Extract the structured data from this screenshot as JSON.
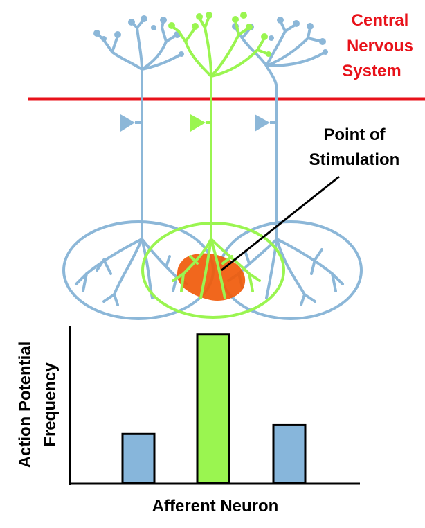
{
  "labels": {
    "cns_line1": "Central",
    "cns_line2": "Nervous",
    "cns_line3": "System",
    "stim_line1": "Point of",
    "stim_line2": "Stimulation"
  },
  "colors": {
    "cns": "#e8121a",
    "afferent_blue": "#8cb7d8",
    "afferent_green": "#9af550",
    "stimulus": "#f05a0a",
    "axis": "#000000"
  },
  "chart_data": {
    "type": "bar",
    "categories": [
      "",
      "",
      ""
    ],
    "values": [
      0.33,
      1.0,
      0.39
    ],
    "colors": [
      "#87b6db",
      "#9af550",
      "#87b6db"
    ],
    "xlabel": "Afferent Neuron",
    "ylabel_line1": "Action Potential",
    "ylabel_line2": "Frequency",
    "ylim": [
      0,
      1.05
    ]
  }
}
